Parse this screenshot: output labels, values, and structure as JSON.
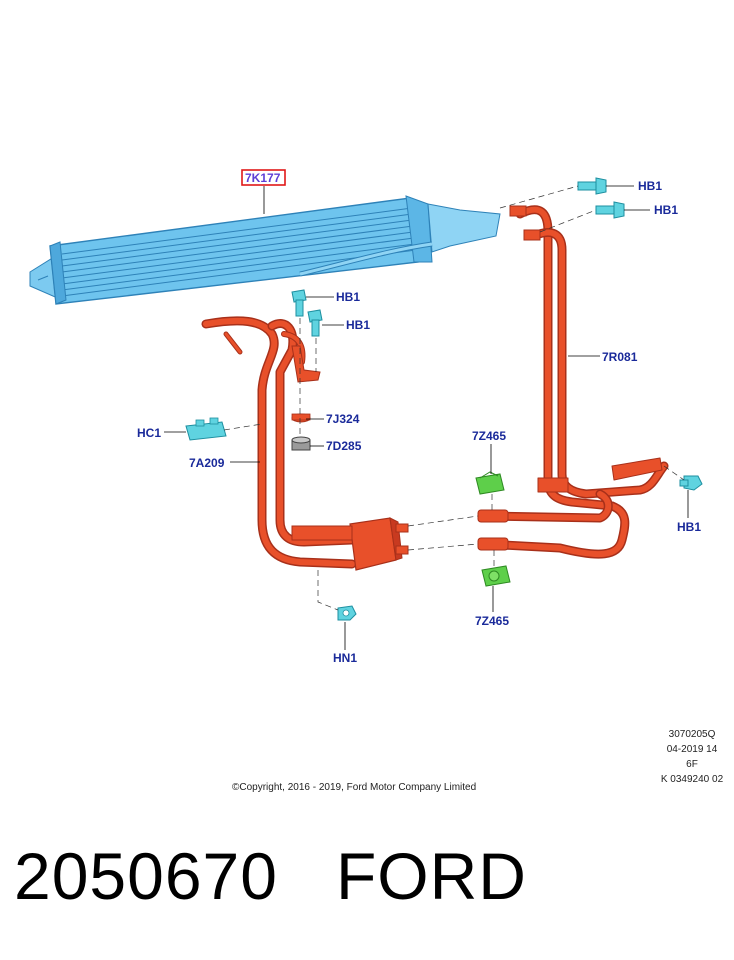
{
  "colors": {
    "cooler": "#6ec4ee",
    "cooler_dark": "#2e82b8",
    "tube": "#e8502a",
    "tube_dark": "#a8301a",
    "bolt": "#5fd3e0",
    "clip": "#5ecf4a",
    "callout_text": "#1a2a9a",
    "highlight_box": "#e01818"
  },
  "callouts": {
    "cooler": "7K177",
    "bolt_a": "HB1",
    "bolt_b": "HB1",
    "bolt_c": "HB1",
    "bolt_d": "HB1",
    "bolt_e": "HB1",
    "return_tube": "7R081",
    "seal": "7J324",
    "grommet": "7D285",
    "clip_holder": "HC1",
    "supply_tube": "7A209",
    "clip_upper": "7Z465",
    "clip_lower": "7Z465",
    "nut": "HN1"
  },
  "meta_lines": [
    "3070205Q",
    "04-2019 14",
    "6F",
    "K 0349240 02"
  ],
  "copyright": "©Copyright, 2016 - 2019, Ford Motor Company Limited",
  "part_number": "2050670",
  "brand": "FORD"
}
